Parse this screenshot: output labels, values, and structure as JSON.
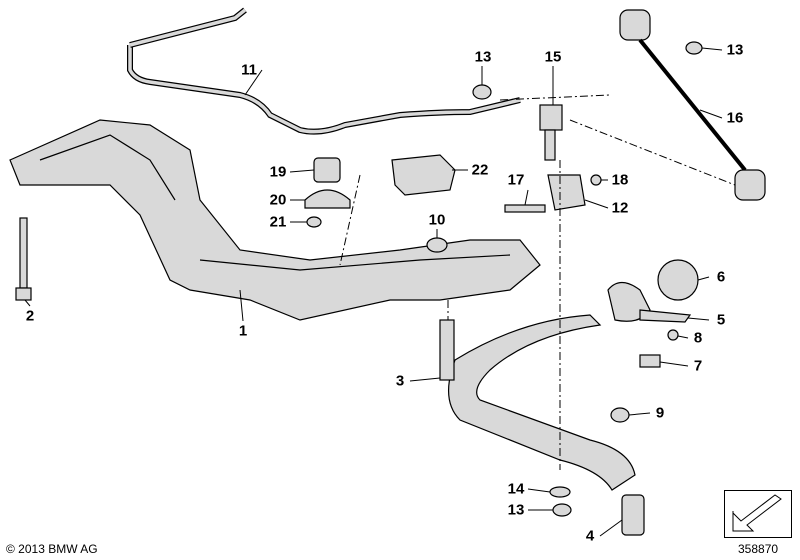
{
  "diagram": {
    "part_labels": [
      {
        "id": "l11",
        "text": "11"
      },
      {
        "id": "l13a",
        "text": "13"
      },
      {
        "id": "l15",
        "text": "15"
      },
      {
        "id": "l13b",
        "text": "13"
      },
      {
        "id": "l16",
        "text": "16"
      },
      {
        "id": "l19",
        "text": "19"
      },
      {
        "id": "l22",
        "text": "22"
      },
      {
        "id": "l20",
        "text": "20"
      },
      {
        "id": "l21",
        "text": "21"
      },
      {
        "id": "l17",
        "text": "17"
      },
      {
        "id": "l18",
        "text": "18"
      },
      {
        "id": "l12",
        "text": "12"
      },
      {
        "id": "l10",
        "text": "10"
      },
      {
        "id": "l2",
        "text": "2"
      },
      {
        "id": "l1",
        "text": "1"
      },
      {
        "id": "l6",
        "text": "6"
      },
      {
        "id": "l5",
        "text": "5"
      },
      {
        "id": "l8",
        "text": "8"
      },
      {
        "id": "l7",
        "text": "7"
      },
      {
        "id": "l3",
        "text": "3"
      },
      {
        "id": "l9",
        "text": "9"
      },
      {
        "id": "l14",
        "text": "14"
      },
      {
        "id": "l13c",
        "text": "13"
      },
      {
        "id": "l4",
        "text": "4"
      }
    ],
    "copyright": "© 2013 BMW AG",
    "diagram_number": "358870",
    "colors": {
      "part_fill": "#d9d9d9",
      "outline": "#000000"
    }
  }
}
